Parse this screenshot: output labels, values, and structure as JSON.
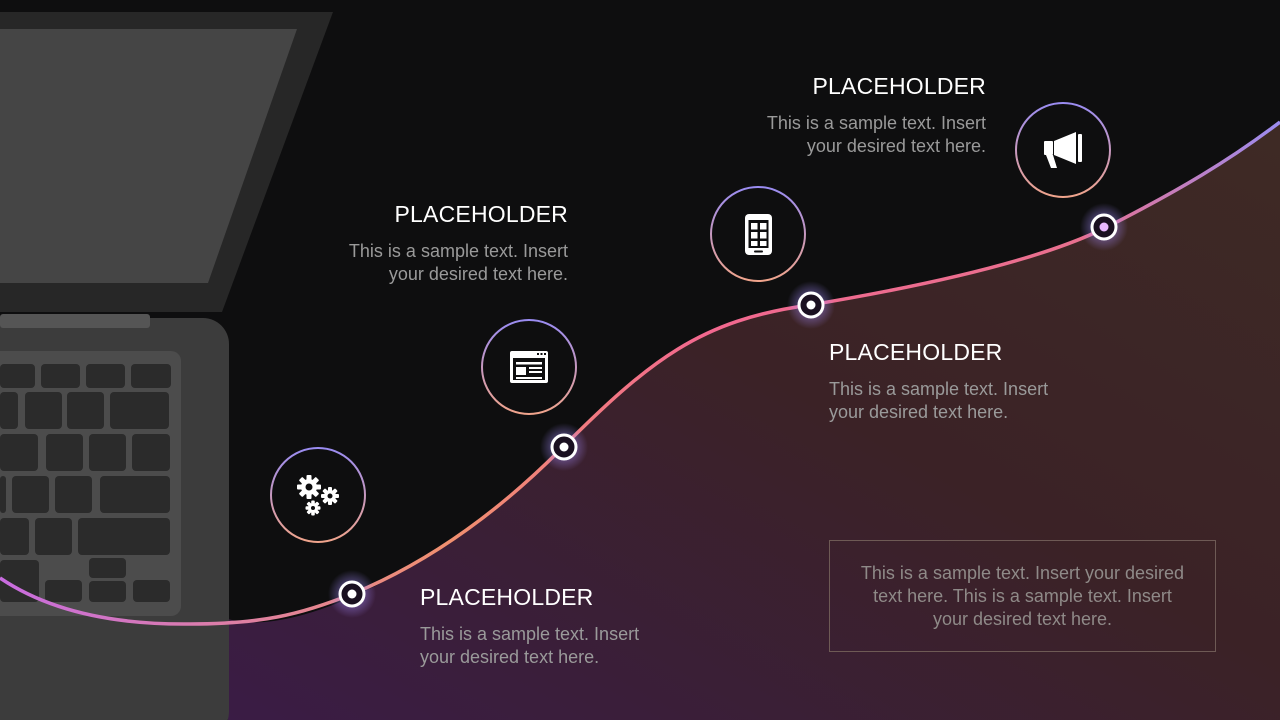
{
  "colors": {
    "background": "#0e0e0f",
    "heading": "#ffffff",
    "body_text": "#9a9a9a",
    "curve_start": "#c86ce0",
    "curve_mid": "#f2688f",
    "curve_end": "#9b8cf0",
    "laptop_body": "#3c3c3c",
    "laptop_screen": "#454545"
  },
  "steps": [
    {
      "icon": "gears-icon",
      "heading": "PLACEHOLDER",
      "text": "This is a sample text. Insert\nyour desired text here."
    },
    {
      "icon": "browser-window-icon",
      "heading": "PLACEHOLDER",
      "text": "This is a sample text. Insert\nyour desired text here."
    },
    {
      "icon": "smartphone-icon",
      "heading": "PLACEHOLDER",
      "text": "This is a sample text. Insert\nyour desired text here."
    },
    {
      "icon": "megaphone-icon",
      "heading": "PLACEHOLDER",
      "text": "This is a sample text. Insert\nyour desired text here."
    }
  ],
  "note": {
    "text": "This is a sample text. Insert your desired\ntext here. This is a sample text. Insert\nyour desired text here."
  }
}
